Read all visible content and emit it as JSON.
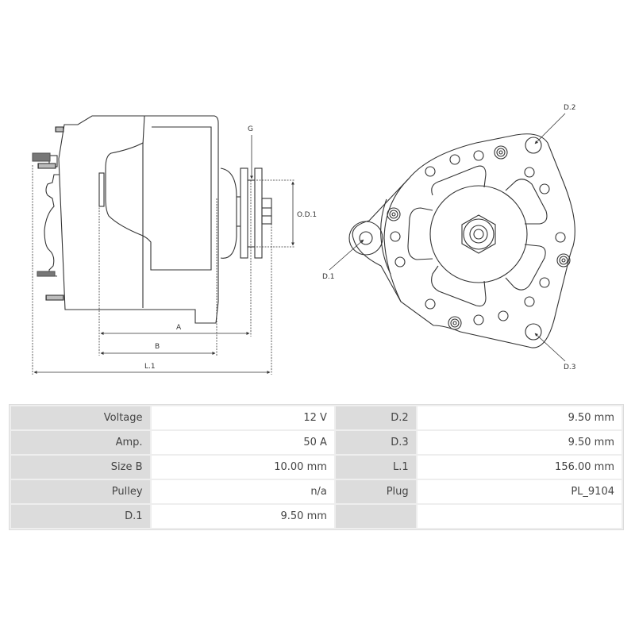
{
  "drawing": {
    "side_view_labels": {
      "g": "G",
      "od1": "O.D.1",
      "a": "A",
      "b": "B",
      "l1": "L.1"
    },
    "front_view_labels": {
      "d1": "D.1",
      "d2": "D.2",
      "d3": "D.3"
    }
  },
  "specs": {
    "rows": [
      {
        "k1": "Voltage",
        "v1": "12 V",
        "k2": "D.2",
        "v2": "9.50 mm"
      },
      {
        "k1": "Amp.",
        "v1": "50 A",
        "k2": "D.3",
        "v2": "9.50 mm"
      },
      {
        "k1": "Size B",
        "v1": "10.00 mm",
        "k2": "L.1",
        "v2": "156.00 mm"
      },
      {
        "k1": "Pulley",
        "v1": "n/a",
        "k2": "Plug",
        "v2": "PL_9104"
      },
      {
        "k1": "D.1",
        "v1": "9.50 mm",
        "k2": "",
        "v2": ""
      }
    ]
  },
  "colors": {
    "line": "#333333",
    "label_cell": "#dcdcdc",
    "value_cell": "#ffffff",
    "border": "#dcdcdc"
  }
}
